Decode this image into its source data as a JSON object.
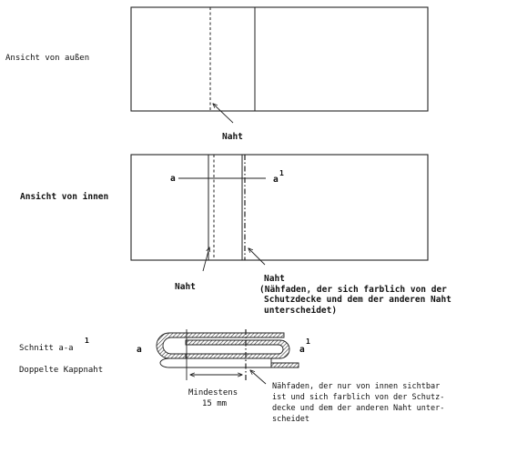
{
  "labels": {
    "outside_view": "Ansicht von außen",
    "seam_top": "Naht",
    "inside_view": "Ansicht von innen",
    "point_a": "a",
    "point_a1": "a",
    "point_a1_sup": "1",
    "seam_left": "Naht",
    "seam_right": "Naht",
    "seam_right_note": [
      "(Nähfaden, der sich farblich von der",
      "Schutzdecke und dem der anderen Naht",
      "unterscheidet)"
    ],
    "section_title": "Schnitt a-a",
    "section_title_sup": "1",
    "section_subtitle": "Doppelte Kappnaht",
    "section_a": "a",
    "section_a1": "a",
    "section_a1_sup": "1",
    "min_label": "Mindestens",
    "min_value": "15 mm",
    "thread_note": [
      "Nähfaden, der nur von innen sichtbar",
      "ist und sich farblich von der Schutz-",
      "decke und dem der anderen Naht unter-",
      "scheidet"
    ]
  }
}
